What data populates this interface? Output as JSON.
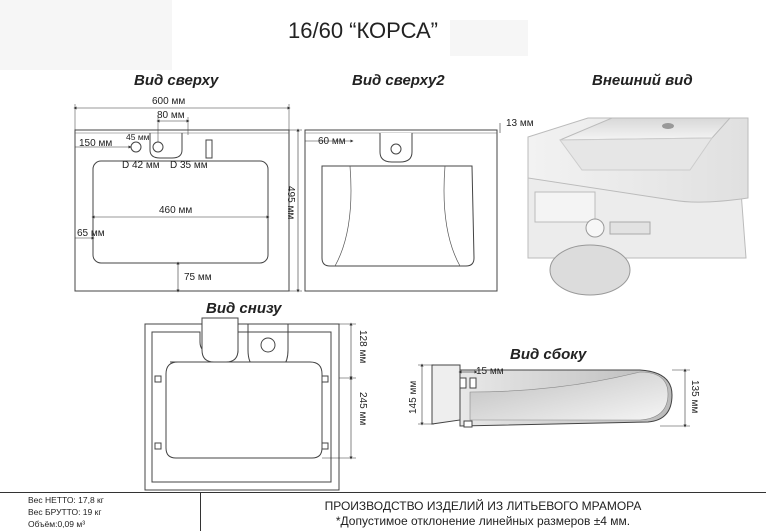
{
  "title": "16/60 “КОРСА”",
  "views": {
    "top": "Вид сверху",
    "top2": "Вид сверху2",
    "exterior": "Внешний вид",
    "bottom": "Вид снизу",
    "side": "Вид сбоку"
  },
  "dimensions": {
    "width_600": "600 мм",
    "d80": "80 мм",
    "d45": "45 мм",
    "d150": "150 мм",
    "d42": "D 42 мм",
    "d35": "D 35 мм",
    "d460": "460 мм",
    "d65": "65 мм",
    "d75": "75 мм",
    "d495": "495 мм",
    "d60": "60 мм",
    "d13": "13 мм",
    "d128": "128 мм",
    "d245": "245 мм",
    "d15": "15 мм",
    "d145": "145 мм",
    "d135": "135 мм"
  },
  "specs": {
    "net": "Вес НЕТТО: 17,8 кг",
    "gross": "Вес БРУТТО: 19 кг",
    "volume": "Объём:0,09 м³"
  },
  "footer": {
    "line1": "ПРОИЗВОДСТВО ИЗДЕЛИЙ ИЗ ЛИТЬЕВОГО МРАМОРА",
    "line2": "*Допустимое отклонение линейных размеров ±4 мм."
  }
}
